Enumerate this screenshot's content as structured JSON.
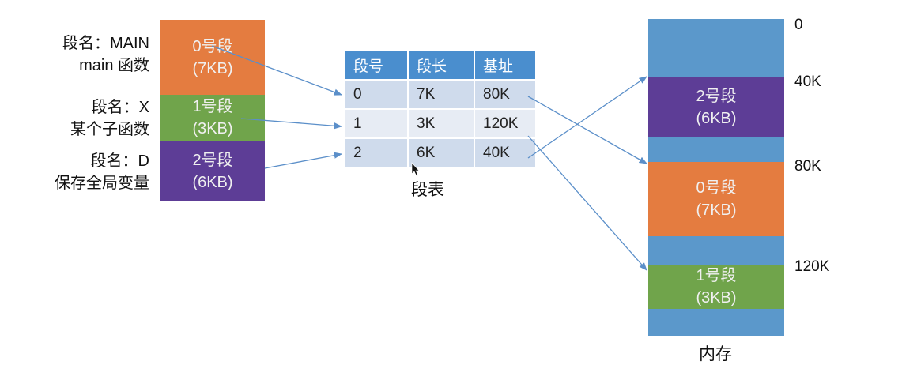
{
  "logical_segments": [
    {
      "name_label": "段名：MAIN",
      "desc": "main 函数",
      "segment": "0号段",
      "size": "(7KB)",
      "color": "#E47C40"
    },
    {
      "name_label": "段名：X",
      "desc": "某个子函数",
      "segment": "1号段",
      "size": "(3KB)",
      "color": "#70A44B"
    },
    {
      "name_label": "段名：D",
      "desc": "保存全局变量",
      "segment": "2号段",
      "size": "(6KB)",
      "color": "#5D3D96"
    }
  ],
  "segment_table": {
    "caption": "段表",
    "headers": [
      "段号",
      "段长",
      "基址"
    ],
    "rows": [
      [
        "0",
        "7K",
        "80K"
      ],
      [
        "1",
        "3K",
        "120K"
      ],
      [
        "2",
        "6K",
        "40K"
      ]
    ]
  },
  "memory": {
    "caption": "内存",
    "blocks": [
      {
        "segment": "2号段",
        "size": "(6KB)"
      },
      {
        "segment": "0号段",
        "size": "(7KB)"
      },
      {
        "segment": "1号段",
        "size": "(3KB)"
      }
    ],
    "addresses": [
      "0",
      "40K",
      "80K",
      "120K"
    ],
    "free_color": "#5B98CB"
  },
  "arrow_color": "#5B8FC9"
}
